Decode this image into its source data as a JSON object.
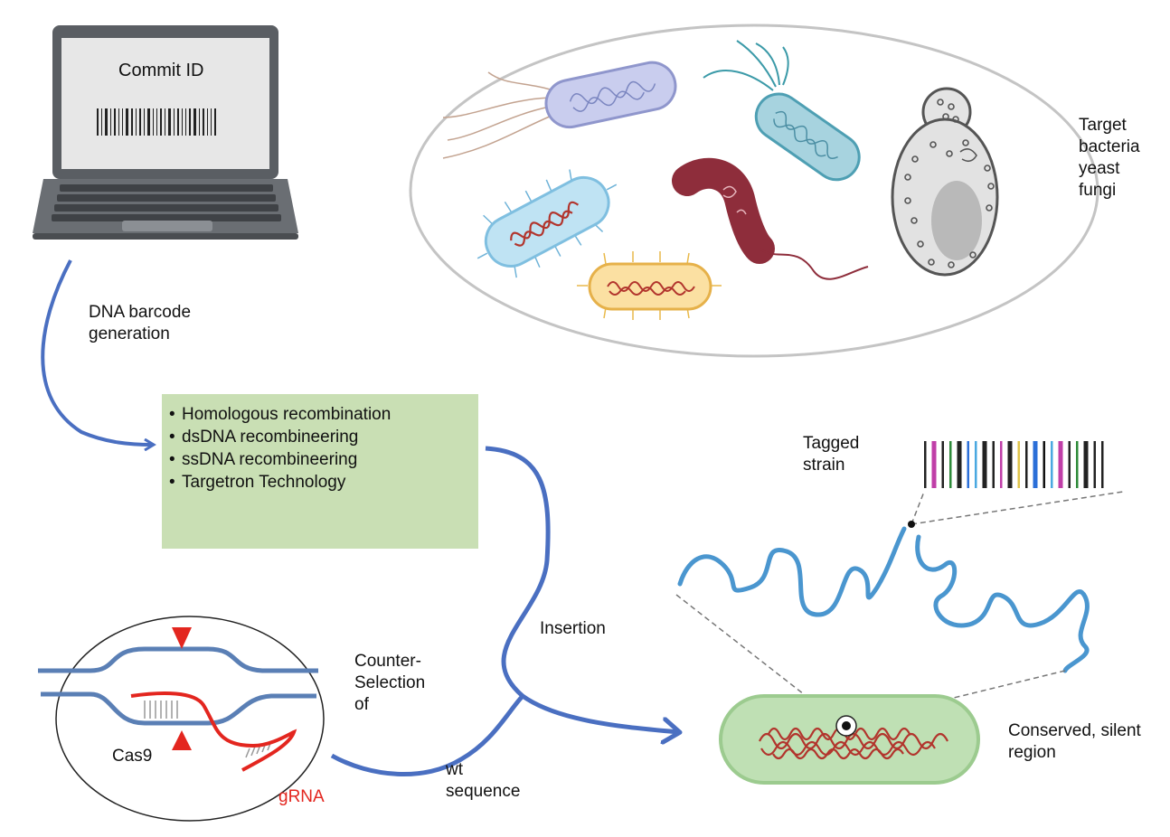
{
  "laptop": {
    "screen_label": "Commit ID"
  },
  "steps": {
    "barcode_generation": [
      "DNA barcode",
      "generation"
    ],
    "insertion": "Insertion",
    "counter_selection": [
      "Counter-",
      "Selection",
      "of"
    ],
    "wt_sequence": [
      "wt",
      "sequence"
    ]
  },
  "methods_box": {
    "items": [
      "Homologous recombination",
      "dsDNA recombineering",
      "ssDNA recombineering",
      "Targetron Technology"
    ],
    "color": "#c9dfb4"
  },
  "targets": {
    "lines": [
      "Target",
      "bacteria",
      "yeast",
      "fungi"
    ]
  },
  "crispr": {
    "cas9_label": "Cas9",
    "grna_label": "gRNA",
    "grna_color": "#e3261f"
  },
  "tagged": {
    "strain_lines": [
      "Tagged",
      "strain"
    ],
    "region_lines": [
      "Conserved, silent",
      "region"
    ],
    "barcode_colors": [
      "#222222",
      "#c03fa8",
      "#222222",
      "#2e8b3a",
      "#222222",
      "#2b6fd8",
      "#4aa8e0",
      "#222222",
      "#222222",
      "#c03fa8",
      "#222222",
      "#e0c44a",
      "#222222",
      "#2b6fd8",
      "#111111",
      "#4aa8e0",
      "#c03fa8",
      "#222222",
      "#2e8b3a",
      "#222222",
      "#222222",
      "#222222"
    ]
  },
  "colors": {
    "arrow": "#4a6fc1",
    "dna": "#3a78c2",
    "chromosome": "#b2352d"
  }
}
